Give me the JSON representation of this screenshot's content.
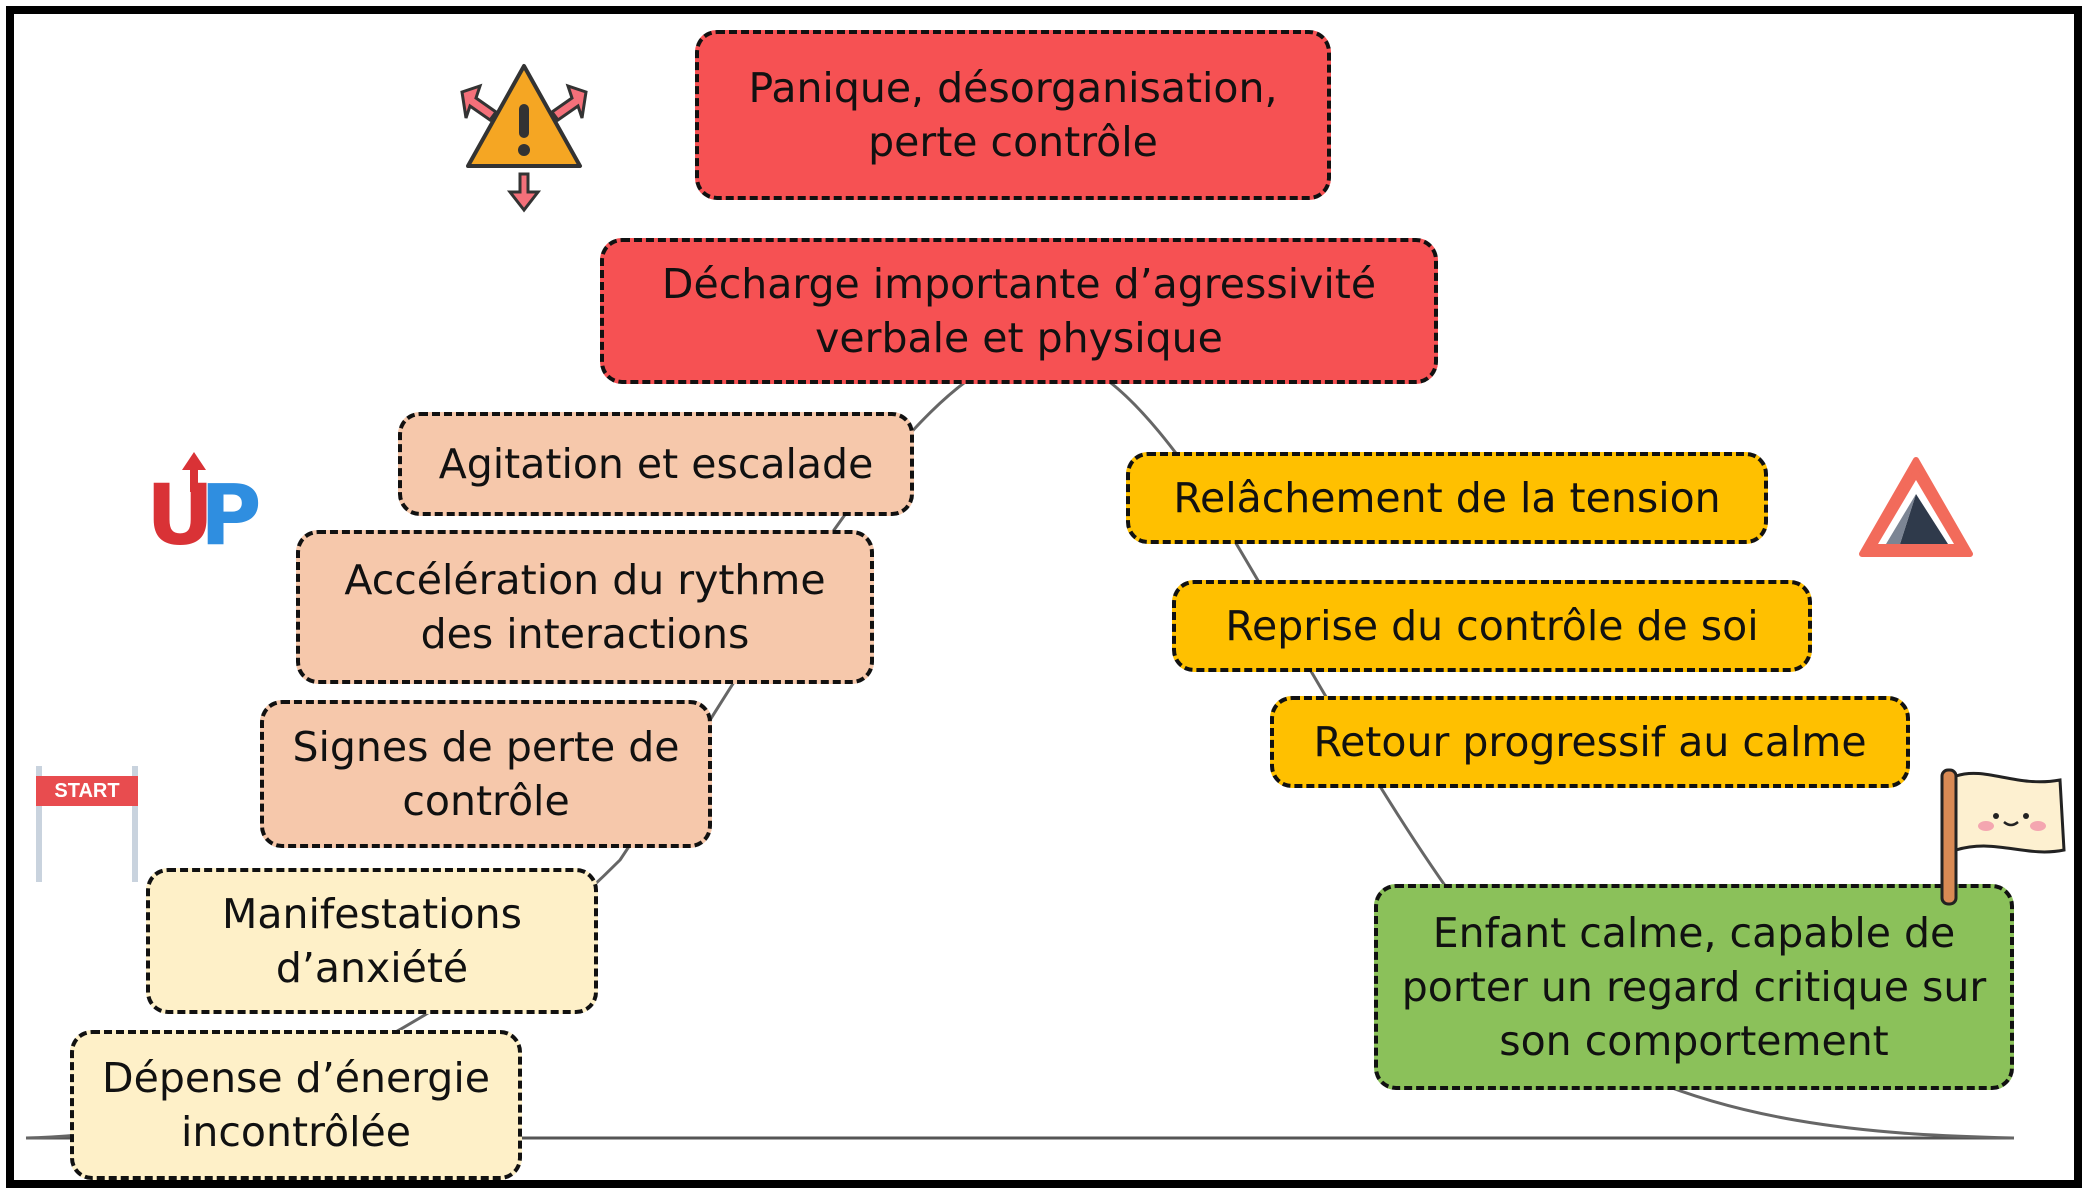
{
  "ascending": [
    {
      "id": "panique",
      "text": "Panique, désorganisation, perte contrôle",
      "color": "#f65153"
    },
    {
      "id": "decharge",
      "text": "Décharge importante d’agressivité verbale et physique",
      "color": "#f65153"
    },
    {
      "id": "agitation",
      "text": "Agitation et escalade",
      "color": "#f6c8ab"
    },
    {
      "id": "acceleration",
      "text": "Accélération du rythme des interactions",
      "color": "#f6c8ab"
    },
    {
      "id": "signes",
      "text": "Signes de perte de contrôle",
      "color": "#f6c8ab"
    },
    {
      "id": "manifestations",
      "text": "Manifestations d’anxiété",
      "color": "#fef0c8"
    },
    {
      "id": "depense",
      "text": "Dépense d’énergie incontrôlée",
      "color": "#fef0c8"
    }
  ],
  "descending": [
    {
      "id": "relachement",
      "text": "Relâchement de la tension",
      "color": "#ffc000"
    },
    {
      "id": "reprise",
      "text": "Reprise du contrôle de soi",
      "color": "#ffc000"
    },
    {
      "id": "retour",
      "text": "Retour progressif au calme",
      "color": "#ffc000"
    },
    {
      "id": "enfant",
      "text": "Enfant calme, capable de porter un regard critique sur son comportement",
      "color": "#8bc15a"
    }
  ],
  "icons": {
    "start_label": "START",
    "up_u": "U",
    "up_p": "P",
    "warning": "warning-arrows-icon",
    "triangle": "triangle-sign-icon",
    "flag": "smiling-flag-icon"
  }
}
